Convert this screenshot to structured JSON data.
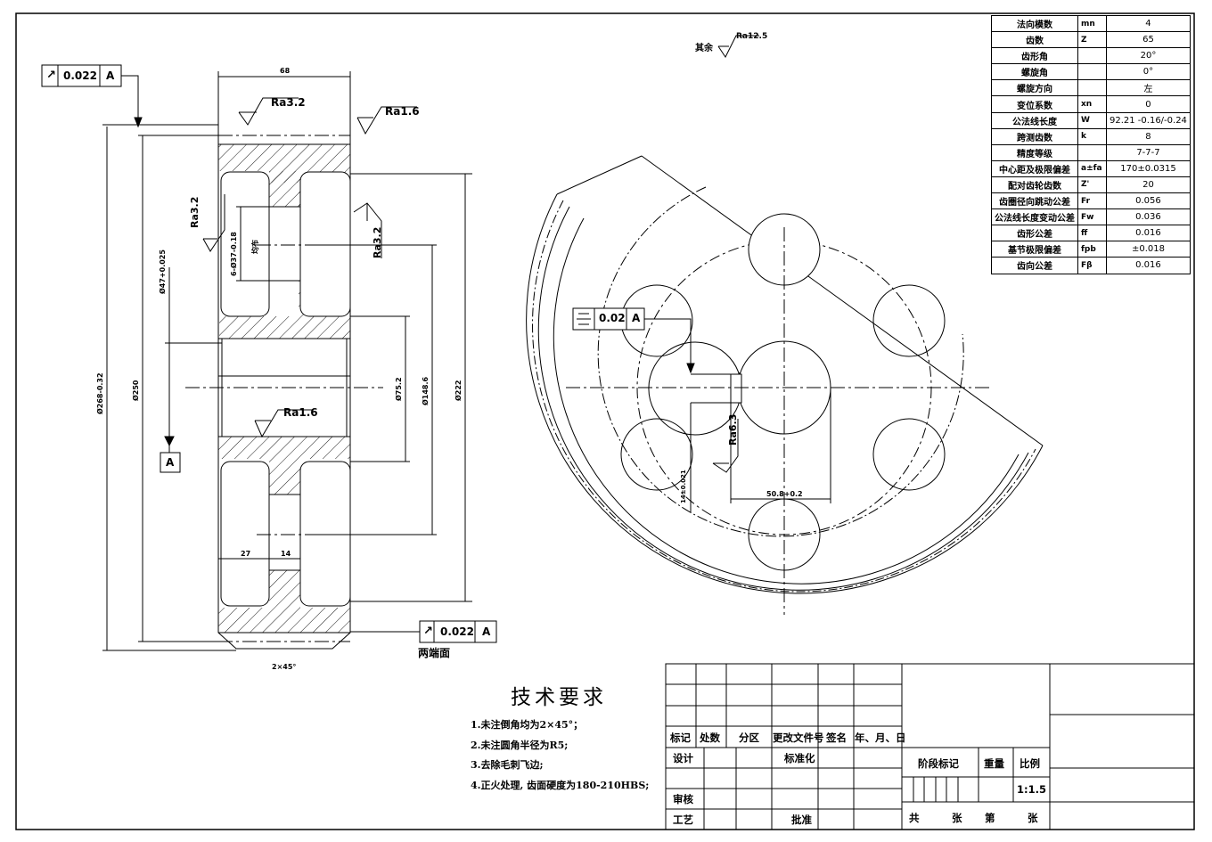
{
  "params": [
    {
      "name": "法向模数",
      "sym": "mn",
      "val": "4"
    },
    {
      "name": "齿数",
      "sym": "Z",
      "val": "65"
    },
    {
      "name": "齿形角",
      "sym": "",
      "val": "20°"
    },
    {
      "name": "螺旋角",
      "sym": "",
      "val": "0°"
    },
    {
      "name": "螺旋方向",
      "sym": "",
      "val": "左"
    },
    {
      "name": "变位系数",
      "sym": "xn",
      "val": "0"
    },
    {
      "name": "公法线长度",
      "sym": "W",
      "val": "92.21 -0.16/-0.24"
    },
    {
      "name": "跨测齿数",
      "sym": "k",
      "val": "8"
    },
    {
      "name": "精度等级",
      "sym": "",
      "val": "7-7-7"
    },
    {
      "name": "中心距及极限偏差",
      "sym": "a±fa",
      "val": "170±0.0315"
    },
    {
      "name": "配对齿轮齿数",
      "sym": "Z'",
      "val": "20"
    },
    {
      "name": "齿圈径向跳动公差",
      "sym": "Fr",
      "val": "0.056"
    },
    {
      "name": "公法线长度变动公差",
      "sym": "Fw",
      "val": "0.036"
    },
    {
      "name": "齿形公差",
      "sym": "ff",
      "val": "0.016"
    },
    {
      "name": "基节极限偏差",
      "sym": "fpb",
      "val": "±0.018"
    },
    {
      "name": "齿向公差",
      "sym": "Fβ",
      "val": "0.016"
    }
  ],
  "tech": {
    "title": "技术要求",
    "items": [
      "1.未注倒角均为2×45°；",
      "2.未注圆角半径为R5;",
      "3.去除毛刺飞边;",
      "4.正火处理, 齿面硬度为180-210HBS;"
    ]
  },
  "annotations": {
    "other_roughness_label": "其余",
    "other_roughness_value": "Ra12.5",
    "tol_runout_top": "0.022",
    "datum_a": "A",
    "tol_runout_bottom": "0.022",
    "both_faces": "两端面",
    "tol_symmetry": "0.02",
    "ra32_top": "Ra3.2",
    "ra16_right": "Ra1.6",
    "ra32_left": "Ra3.2",
    "ra32_web": "Ra3.2",
    "ra16_bore": "Ra1.6",
    "ra63_key": "Ra6.3",
    "dim_width": "68",
    "dim_od": "Ø268-0.32",
    "dim_d250": "Ø250",
    "dim_d222": "Ø222",
    "dim_d148": "Ø148.6",
    "dim_d75": "Ø75.2",
    "dim_d47": "Ø47+0.025",
    "dim_holes": "6-Ø37-0.18",
    "dim_holes_note": "均布",
    "dim_27": "27",
    "dim_14": "14",
    "dim_chamfer": "2×45°",
    "dim_keyway": "50.8+0.2",
    "dim_keywidth": "14±0.021"
  },
  "titleblock": {
    "mark": "标记",
    "count": "处数",
    "zone": "分区",
    "docno": "更改文件号",
    "sign": "签名",
    "date": "年、月、日",
    "design": "设计",
    "standard": "标准化",
    "review": "审核",
    "process": "工艺",
    "approve": "批准",
    "stage": "阶段标记",
    "weight": "重量",
    "scale_label": "比例",
    "scale": "1:1.5",
    "total": "共",
    "sheets1": "张",
    "no": "第",
    "sheets2": "张"
  }
}
